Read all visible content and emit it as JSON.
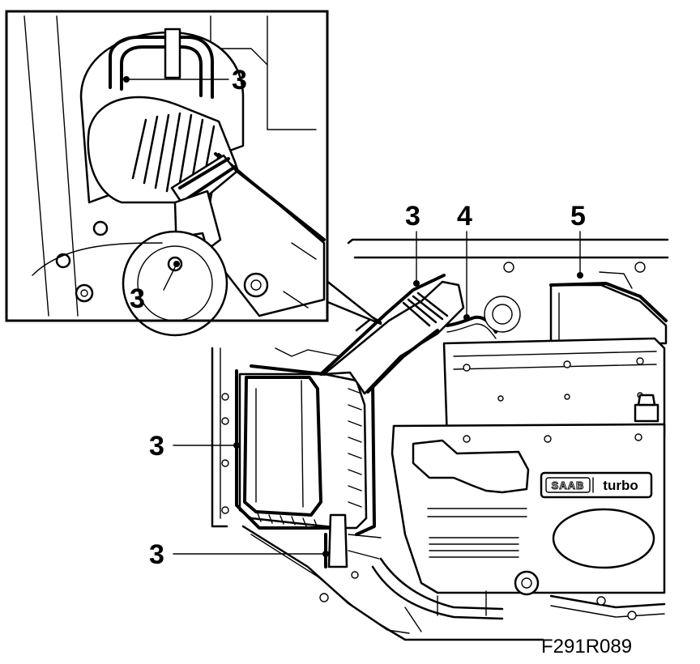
{
  "callouts": [
    {
      "id": "a",
      "label": "3"
    },
    {
      "id": "b",
      "label": "3"
    },
    {
      "id": "c",
      "label": "3"
    },
    {
      "id": "d",
      "label": "4"
    },
    {
      "id": "e",
      "label": "5"
    },
    {
      "id": "f",
      "label": "3"
    },
    {
      "id": "g",
      "label": "3"
    }
  ],
  "brand": {
    "logo": "SAAB",
    "model": "turbo"
  },
  "figure_id": "F291R089"
}
